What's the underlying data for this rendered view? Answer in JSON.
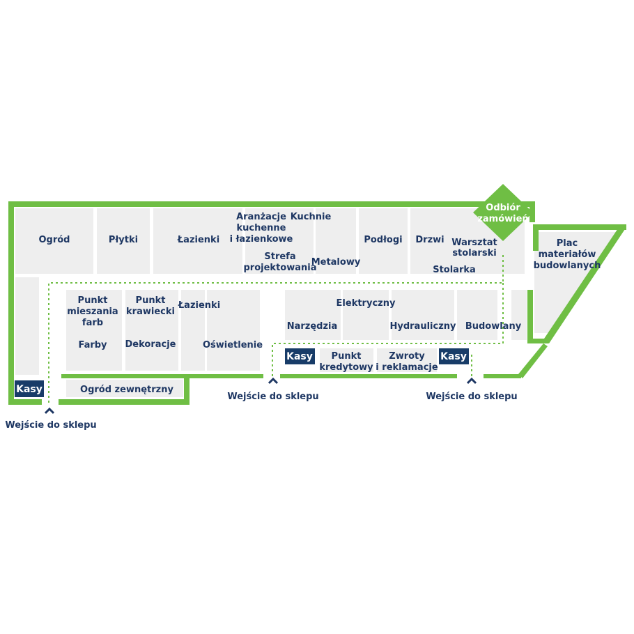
{
  "departments": {
    "ogrod": "Ogród",
    "plytki": "Płytki",
    "lazienki_top": "Łazienki",
    "aranzacje": [
      "Aranżacje",
      "kuchenne",
      "i łazienkowe"
    ],
    "kuchnie": "Kuchnie",
    "strefa": [
      "Strefa",
      "projektowania"
    ],
    "metalowy": "Metalowy",
    "podlogi": "Podłogi",
    "drzwi": "Drzwi",
    "warsztat": [
      "Warsztat",
      "stolarski"
    ],
    "stolarka": "Stolarka",
    "odbior": [
      "Odbiór",
      "zamówień"
    ],
    "plac": [
      "Plac",
      "materiałów",
      "budowlanych"
    ],
    "punkt_mieszania": [
      "Punkt",
      "mieszania",
      "farb"
    ],
    "farby": "Farby",
    "punkt_krawiecki": [
      "Punkt",
      "krawiecki"
    ],
    "dekoracje": "Dekoracje",
    "lazienki_mid": "Łazienki",
    "oswietlenie": "Oświetlenie",
    "elektryczny": "Elektryczny",
    "narzedzia": "Narzędzia",
    "hydrauliczny": "Hydrauliczny",
    "budowlany": "Budowlany",
    "punkt_kredytowy": [
      "Punkt",
      "kredytowy"
    ],
    "zwroty": [
      "Zwroty",
      "i reklamacje"
    ],
    "ogrod_zewnetrzny": "Ogród zewnętrzny"
  },
  "checkouts": {
    "left": "Kasy",
    "middle": "Kasy",
    "right": "Kasy"
  },
  "entrances": {
    "left": "Wejście do sklepu",
    "middle": "Wejście do sklepu",
    "right": "Wejście do sklepu"
  },
  "colors": {
    "wall": "#6fbe44",
    "zone": "#eeeeee",
    "label": "#1e3763",
    "checkout": "#183c68"
  },
  "icons": {
    "entrance": "chevron-up-icon",
    "pickup": "diamond-marker"
  }
}
